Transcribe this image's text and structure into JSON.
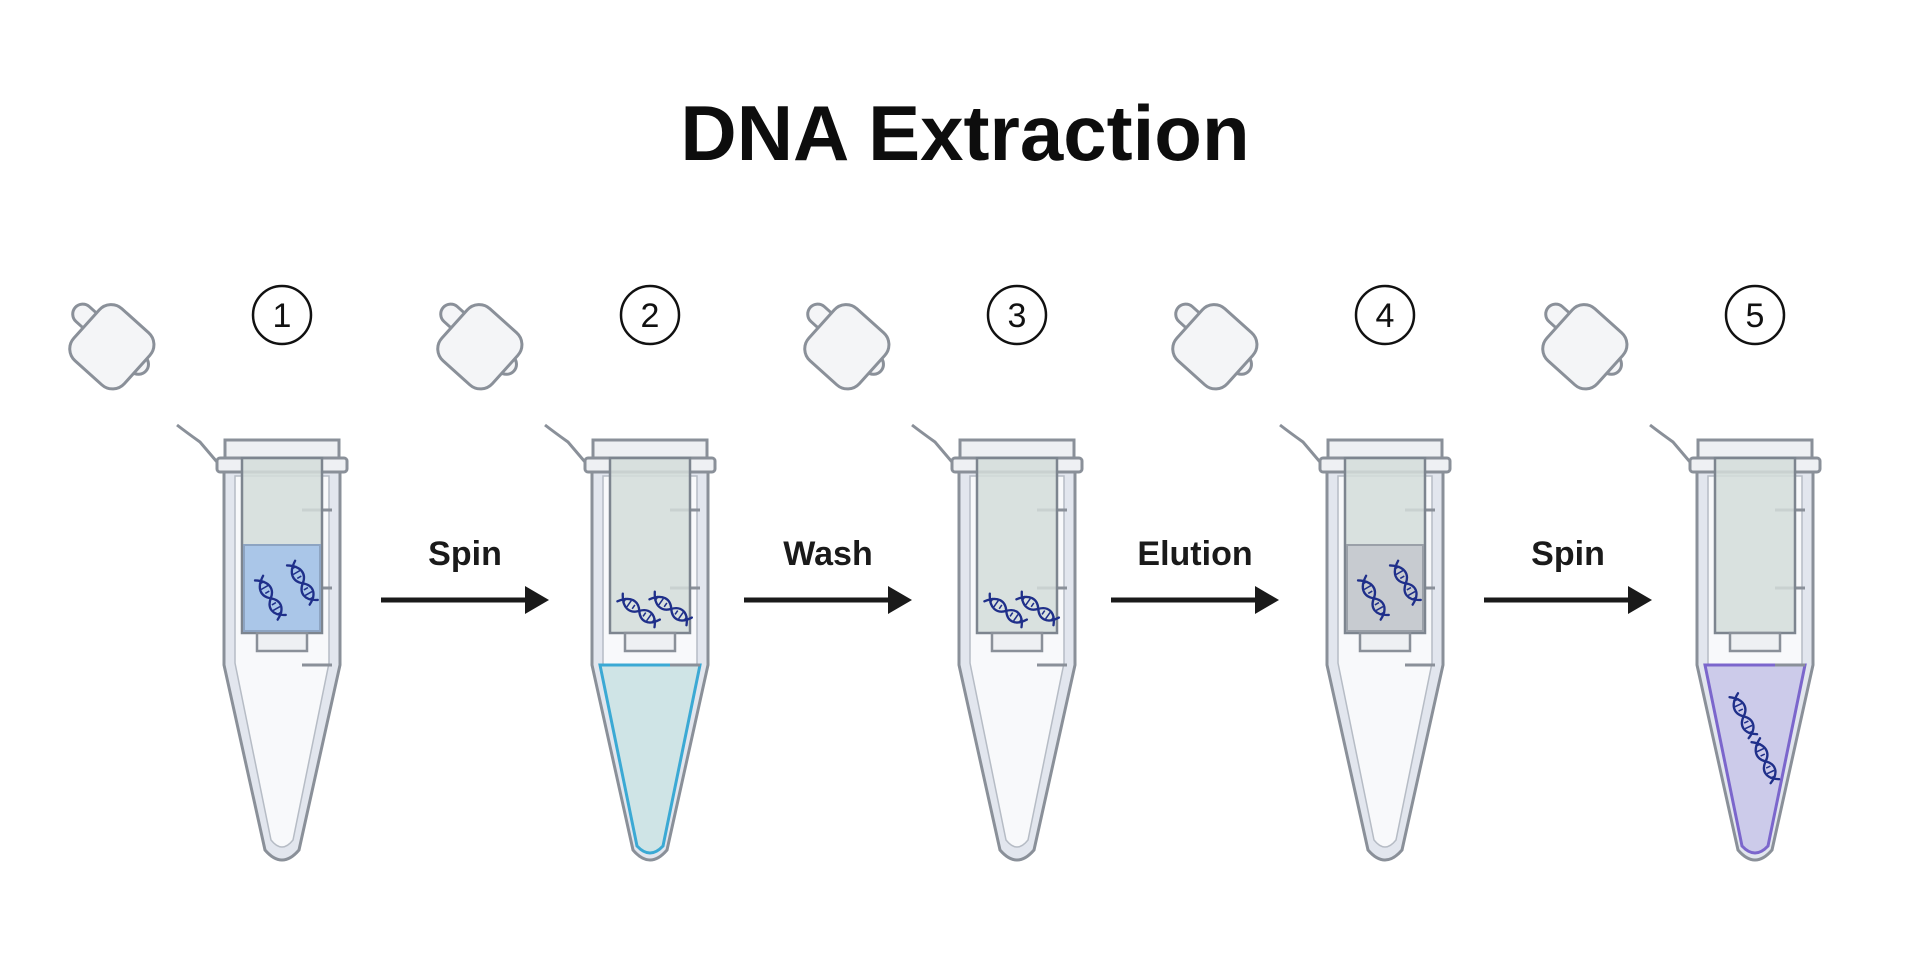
{
  "diagram": {
    "title": "DNA Extraction",
    "steps": [
      {
        "number": "1",
        "column_fill": "blue",
        "liquid": "none",
        "dna_location": "column"
      },
      {
        "number": "2",
        "column_fill": "none",
        "liquid": "cyan",
        "dna_location": "column-bottom"
      },
      {
        "number": "3",
        "column_fill": "none",
        "liquid": "none",
        "dna_location": "column-bottom"
      },
      {
        "number": "4",
        "column_fill": "gray",
        "liquid": "none",
        "dna_location": "column"
      },
      {
        "number": "5",
        "column_fill": "none",
        "liquid": "purple",
        "dna_location": "tube-liquid"
      }
    ],
    "arrows": [
      {
        "label": "Spin"
      },
      {
        "label": "Wash"
      },
      {
        "label": "Elution"
      },
      {
        "label": "Spin"
      }
    ]
  },
  "colors": {
    "tube_body": "#e2e6ee",
    "tube_outline": "#8a9099",
    "column_body": "#d3ddd9",
    "column_blue": "#aac6e8",
    "column_gray": "#c7cbd0",
    "liquid_cyan": "#cfe4e6",
    "liquid_cyan_edge": "#3ba9d4",
    "liquid_purple": "#cccbea",
    "liquid_purple_edge": "#7b66cc",
    "dna": "#1f2f8a",
    "arrow": "#1a1a1a"
  }
}
